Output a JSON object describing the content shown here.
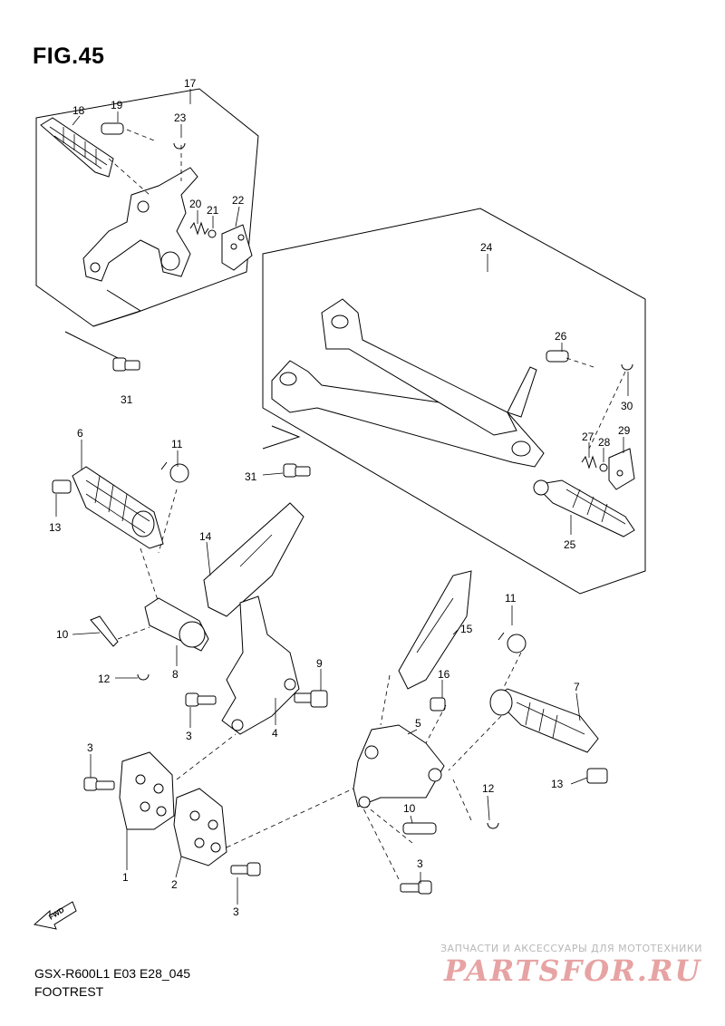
{
  "figure": {
    "title": "FIG.45"
  },
  "footer": {
    "model": "GSX-R600L1 E03 E28_045",
    "name": "FOOTREST"
  },
  "fwd_label": "FWD",
  "watermark": {
    "tagline": "ЗАПЧАСТИ И АКСЕССУАРЫ ДЛЯ МОТОТЕХНИКИ",
    "brand": "PARTSFOR.RU"
  },
  "callouts": [
    "1",
    "2",
    "3",
    "3",
    "3",
    "3",
    "4",
    "5",
    "6",
    "7",
    "8",
    "9",
    "10",
    "10",
    "11",
    "11",
    "12",
    "12",
    "13",
    "13",
    "14",
    "15",
    "16",
    "17",
    "18",
    "19",
    "20",
    "21",
    "22",
    "23",
    "24",
    "25",
    "26",
    "27",
    "28",
    "29",
    "30",
    "31",
    "31"
  ]
}
